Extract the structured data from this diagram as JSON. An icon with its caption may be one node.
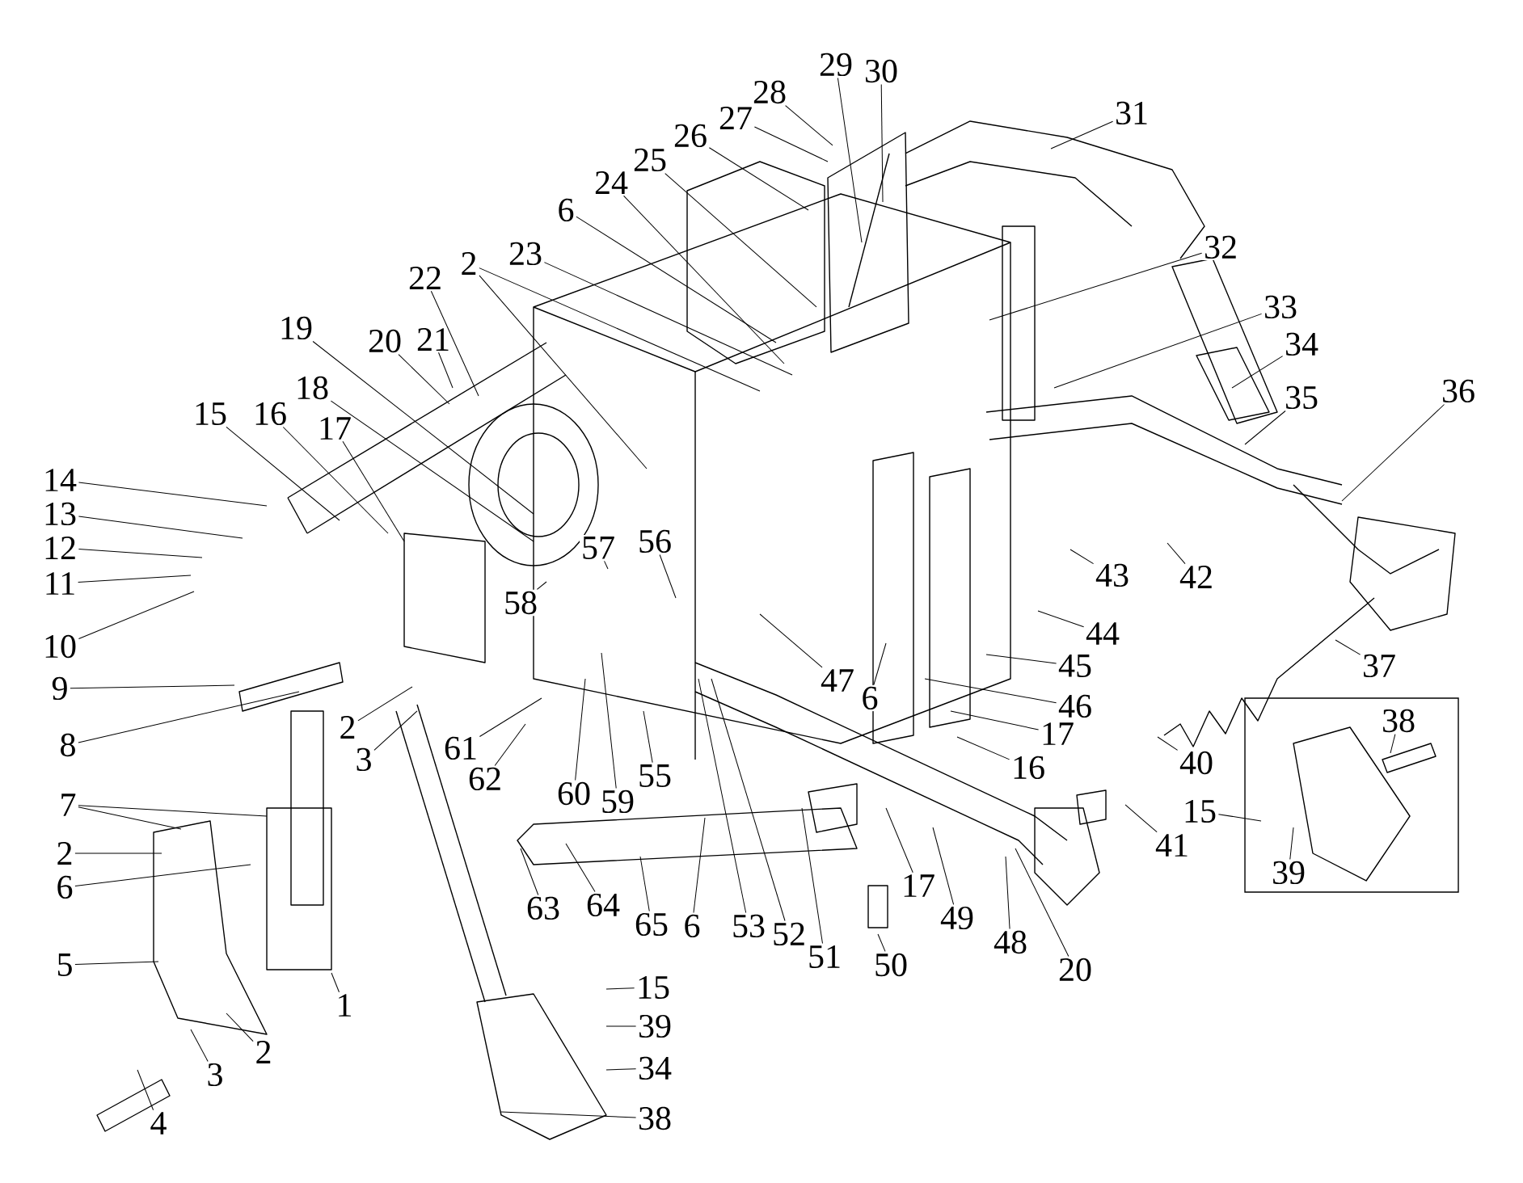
{
  "diagram": {
    "nodes": [
      {
        "text": [
          "28"
        ]
      },
      {
        "text": [
          "29"
        ]
      },
      {
        "text": [
          "30"
        ]
      },
      {
        "text": [
          "31"
        ]
      },
      {
        "text": [
          "27"
        ]
      },
      {
        "text": [
          "26"
        ]
      },
      {
        "text": [
          "25"
        ]
      },
      {
        "text": [
          "24"
        ]
      },
      {
        "text": [
          "6"
        ]
      },
      {
        "text": [
          "32"
        ]
      },
      {
        "text": [
          "23"
        ]
      },
      {
        "text": [
          "2"
        ]
      },
      {
        "text": [
          "22"
        ]
      },
      {
        "text": [
          "33"
        ]
      },
      {
        "text": [
          "19"
        ]
      },
      {
        "text": [
          "20"
        ]
      },
      {
        "text": [
          "21"
        ]
      },
      {
        "text": [
          "34"
        ]
      },
      {
        "text": [
          "18"
        ]
      },
      {
        "text": [
          "36"
        ]
      },
      {
        "text": [
          "35"
        ]
      },
      {
        "text": [
          "15"
        ]
      },
      {
        "text": [
          "16"
        ]
      },
      {
        "text": [
          "17"
        ]
      },
      {
        "text": [
          "14"
        ]
      },
      {
        "text": [
          "13"
        ]
      },
      {
        "text": [
          "12"
        ]
      },
      {
        "text": [
          "56"
        ]
      },
      {
        "text": [
          "57"
        ]
      },
      {
        "text": [
          "43"
        ]
      },
      {
        "text": [
          "42"
        ]
      },
      {
        "text": [
          "11"
        ]
      },
      {
        "text": [
          "58"
        ]
      },
      {
        "text": [
          "44"
        ]
      },
      {
        "text": [
          "10"
        ]
      },
      {
        "text": [
          "37"
        ]
      },
      {
        "text": [
          "45"
        ]
      },
      {
        "text": [
          "47"
        ]
      },
      {
        "text": [
          "9"
        ]
      },
      {
        "text": [
          "6"
        ]
      },
      {
        "text": [
          "46"
        ]
      },
      {
        "text": [
          "38"
        ]
      },
      {
        "text": [
          "2"
        ]
      },
      {
        "text": [
          "17"
        ]
      },
      {
        "text": [
          "8"
        ]
      },
      {
        "text": [
          "61"
        ]
      },
      {
        "text": [
          "3"
        ]
      },
      {
        "text": [
          "40"
        ]
      },
      {
        "text": [
          "16"
        ]
      },
      {
        "text": [
          "55"
        ]
      },
      {
        "text": [
          "62"
        ]
      },
      {
        "text": [
          "60"
        ]
      },
      {
        "text": [
          "59"
        ]
      },
      {
        "text": [
          "7"
        ]
      },
      {
        "text": [
          "15"
        ]
      },
      {
        "text": [
          "41"
        ]
      },
      {
        "text": [
          "2"
        ]
      },
      {
        "text": [
          "39"
        ]
      },
      {
        "text": [
          "6"
        ]
      },
      {
        "text": [
          "17"
        ]
      },
      {
        "text": [
          "63"
        ]
      },
      {
        "text": [
          "64"
        ]
      },
      {
        "text": [
          "49"
        ]
      },
      {
        "text": [
          "65"
        ]
      },
      {
        "text": [
          "6"
        ]
      },
      {
        "text": [
          "53"
        ]
      },
      {
        "text": [
          "52"
        ]
      },
      {
        "text": [
          "48"
        ]
      },
      {
        "text": [
          "51"
        ]
      },
      {
        "text": [
          "5"
        ]
      },
      {
        "text": [
          "50"
        ]
      },
      {
        "text": [
          "20"
        ]
      },
      {
        "text": [
          "15"
        ]
      },
      {
        "text": [
          "1"
        ]
      },
      {
        "text": [
          "39"
        ]
      },
      {
        "text": [
          "2"
        ]
      },
      {
        "text": [
          "34"
        ]
      },
      {
        "text": [
          "3"
        ]
      },
      {
        "text": [
          "38"
        ]
      },
      {
        "text": [
          "4"
        ]
      }
    ],
    "edges": [
      {
        "from": 0,
        "to": null,
        "arrow": "none"
      },
      {
        "from": 1,
        "to": null,
        "arrow": "none"
      },
      {
        "from": 2,
        "to": null,
        "arrow": "none"
      },
      {
        "from": 3,
        "to": null,
        "arrow": "none"
      },
      {
        "from": 4,
        "to": null,
        "arrow": "none"
      },
      {
        "from": 5,
        "to": null,
        "arrow": "none"
      },
      {
        "from": 6,
        "to": null,
        "arrow": "none"
      },
      {
        "from": 7,
        "to": null,
        "arrow": "none"
      },
      {
        "from": 8,
        "to": null,
        "arrow": "none"
      },
      {
        "from": 9,
        "to": null,
        "arrow": "none"
      },
      {
        "from": 10,
        "to": null,
        "arrow": "none"
      },
      {
        "from": 11,
        "to": null,
        "arrow": "none"
      },
      {
        "from": 11,
        "to": null,
        "arrow": "none"
      },
      {
        "from": 12,
        "to": null,
        "arrow": "none"
      },
      {
        "from": 13,
        "to": null,
        "arrow": "none"
      },
      {
        "from": 14,
        "to": null,
        "arrow": "none"
      },
      {
        "from": 15,
        "to": null,
        "arrow": "none"
      },
      {
        "from": 16,
        "to": null,
        "arrow": "none"
      },
      {
        "from": 17,
        "to": null,
        "arrow": "none"
      },
      {
        "from": 18,
        "to": null,
        "arrow": "none"
      },
      {
        "from": 19,
        "to": null,
        "arrow": "none"
      },
      {
        "from": 20,
        "to": null,
        "arrow": "none"
      },
      {
        "from": 21,
        "to": null,
        "arrow": "none"
      },
      {
        "from": 22,
        "to": null,
        "arrow": "none"
      },
      {
        "from": 23,
        "to": null,
        "arrow": "none"
      },
      {
        "from": 24,
        "to": null,
        "arrow": "none"
      },
      {
        "from": 25,
        "to": null,
        "arrow": "none"
      },
      {
        "from": 26,
        "to": null,
        "arrow": "none"
      },
      {
        "from": 27,
        "to": null,
        "arrow": "none"
      },
      {
        "from": 28,
        "to": null,
        "arrow": "none"
      },
      {
        "from": 29,
        "to": null,
        "arrow": "none"
      },
      {
        "from": 30,
        "to": null,
        "arrow": "none"
      },
      {
        "from": 31,
        "to": null,
        "arrow": "none"
      },
      {
        "from": 32,
        "to": null,
        "arrow": "none"
      },
      {
        "from": 33,
        "to": null,
        "arrow": "none"
      },
      {
        "from": 34,
        "to": null,
        "arrow": "none"
      },
      {
        "from": 35,
        "to": null,
        "arrow": "none"
      },
      {
        "from": 36,
        "to": null,
        "arrow": "none"
      },
      {
        "from": 37,
        "to": null,
        "arrow": "none"
      },
      {
        "from": 38,
        "to": null,
        "arrow": "none"
      },
      {
        "from": 39,
        "to": null,
        "arrow": "none"
      },
      {
        "from": 40,
        "to": null,
        "arrow": "none"
      },
      {
        "from": 41,
        "to": null,
        "arrow": "none"
      },
      {
        "from": 42,
        "to": null,
        "arrow": "none"
      },
      {
        "from": 43,
        "to": null,
        "arrow": "none"
      },
      {
        "from": 44,
        "to": null,
        "arrow": "none"
      },
      {
        "from": 45,
        "to": null,
        "arrow": "none"
      },
      {
        "from": 46,
        "to": null,
        "arrow": "none"
      },
      {
        "from": 47,
        "to": null,
        "arrow": "none"
      },
      {
        "from": 48,
        "to": null,
        "arrow": "none"
      },
      {
        "from": 49,
        "to": null,
        "arrow": "none"
      },
      {
        "from": 50,
        "to": null,
        "arrow": "none"
      },
      {
        "from": 51,
        "to": null,
        "arrow": "none"
      },
      {
        "from": 52,
        "to": null,
        "arrow": "none"
      },
      {
        "from": 53,
        "to": null,
        "arrow": "none"
      },
      {
        "from": 53,
        "to": null,
        "arrow": "none"
      },
      {
        "from": 54,
        "to": null,
        "arrow": "none"
      },
      {
        "from": 55,
        "to": null,
        "arrow": "none"
      },
      {
        "from": 56,
        "to": null,
        "arrow": "none"
      },
      {
        "from": 57,
        "to": null,
        "arrow": "none"
      },
      {
        "from": 58,
        "to": null,
        "arrow": "none"
      },
      {
        "from": 59,
        "to": null,
        "arrow": "none"
      },
      {
        "from": 60,
        "to": null,
        "arrow": "none"
      },
      {
        "from": 61,
        "to": null,
        "arrow": "none"
      },
      {
        "from": 62,
        "to": null,
        "arrow": "none"
      },
      {
        "from": 63,
        "to": null,
        "arrow": "none"
      },
      {
        "from": 64,
        "to": null,
        "arrow": "none"
      },
      {
        "from": 65,
        "to": null,
        "arrow": "none"
      },
      {
        "from": 66,
        "to": null,
        "arrow": "none"
      },
      {
        "from": 67,
        "to": null,
        "arrow": "none"
      },
      {
        "from": 68,
        "to": null,
        "arrow": "none"
      },
      {
        "from": 69,
        "to": null,
        "arrow": "none"
      },
      {
        "from": 70,
        "to": null,
        "arrow": "none"
      },
      {
        "from": 71,
        "to": null,
        "arrow": "none"
      },
      {
        "from": 72,
        "to": null,
        "arrow": "none"
      },
      {
        "from": 73,
        "to": null,
        "arrow": "none"
      },
      {
        "from": 74,
        "to": null,
        "arrow": "none"
      },
      {
        "from": 75,
        "to": null,
        "arrow": "none"
      },
      {
        "from": 76,
        "to": null,
        "arrow": "none"
      },
      {
        "from": 77,
        "to": null,
        "arrow": "none"
      },
      {
        "from": 78,
        "to": null,
        "arrow": "none"
      },
      {
        "from": 79,
        "to": null,
        "arrow": "none"
      }
    ]
  }
}
